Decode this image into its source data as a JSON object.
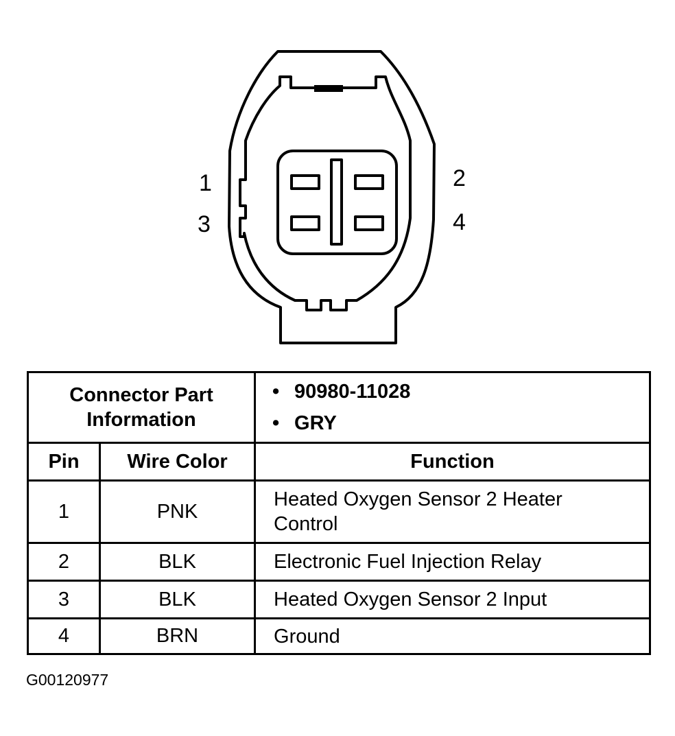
{
  "connector": {
    "pin_labels": [
      "1",
      "2",
      "3",
      "4"
    ]
  },
  "table": {
    "part_header_line1": "Connector Part",
    "part_header_line2": "Information",
    "part_number": "90980-11028",
    "connector_color": "GRY",
    "columns": [
      "Pin",
      "Wire Color",
      "Function"
    ],
    "rows": [
      {
        "pin": "1",
        "wire_color": "PNK",
        "function_line1": "Heated Oxygen Sensor 2 Heater",
        "function_line2": "Control"
      },
      {
        "pin": "2",
        "wire_color": "BLK",
        "function_line1": "Electronic Fuel Injection Relay"
      },
      {
        "pin": "3",
        "wire_color": "BLK",
        "function_line1": "Heated Oxygen Sensor 2 Input"
      },
      {
        "pin": "4",
        "wire_color": "BRN",
        "function_line1": "Ground"
      }
    ]
  },
  "figure_id": "G00120977"
}
